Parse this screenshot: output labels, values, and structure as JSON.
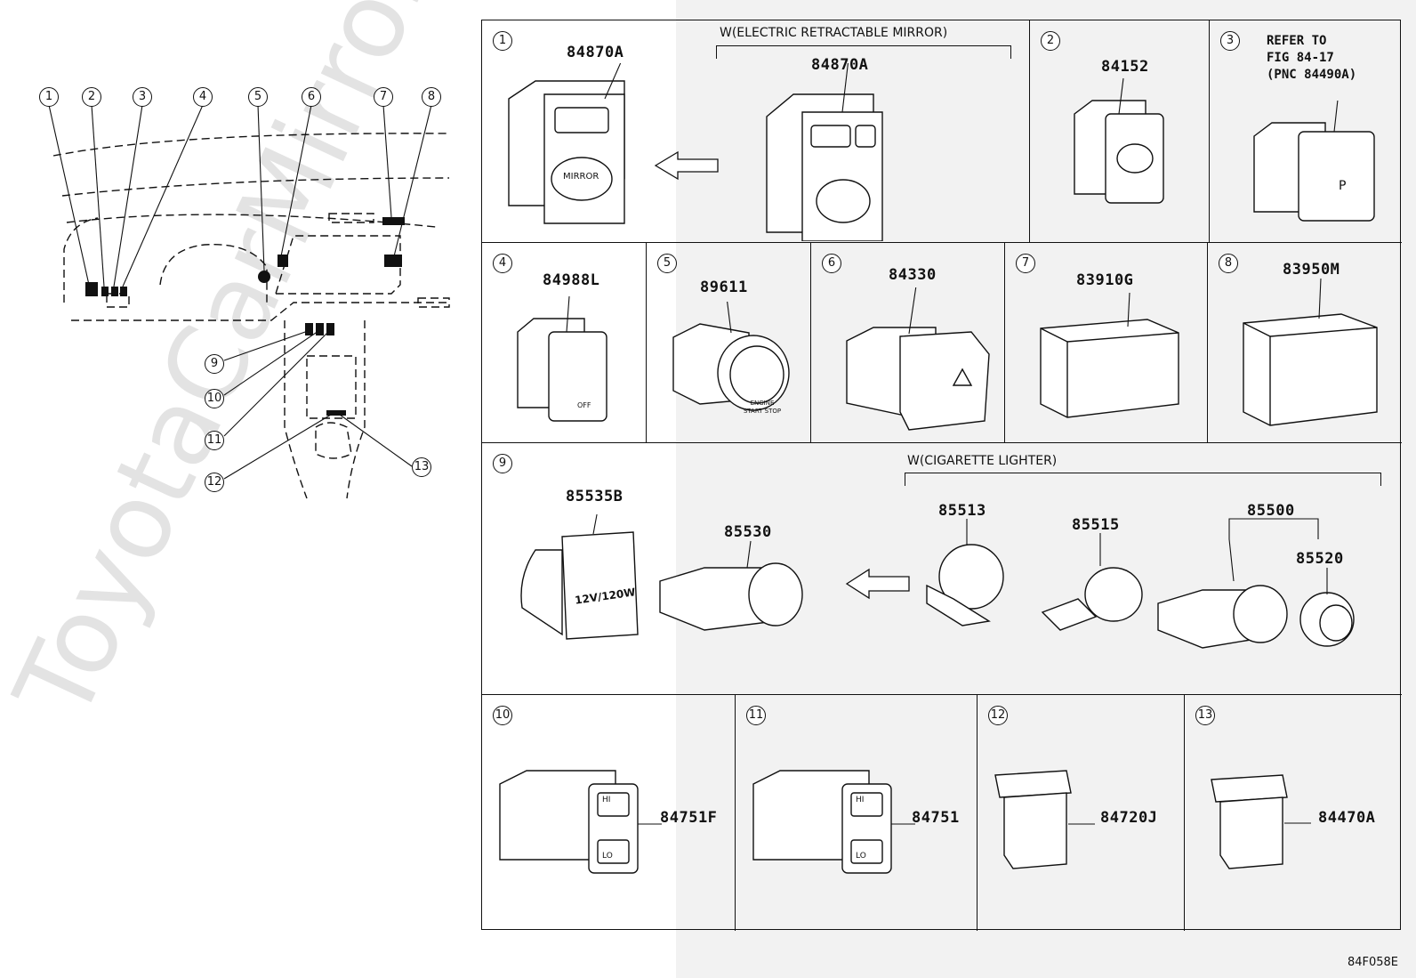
{
  "diagram_code": "84F058E",
  "watermark": "ToyotaCarMirror",
  "callouts_left": [
    "1",
    "2",
    "3",
    "4",
    "5",
    "6",
    "7",
    "8",
    "9",
    "10",
    "11",
    "12",
    "13"
  ],
  "panels": [
    {
      "num": "1",
      "part": "84870A",
      "variant_label": "W(ELECTRIC RETRACTABLE MIRROR)",
      "variant_part": "84870A",
      "icon_text": "MIRROR"
    },
    {
      "num": "2",
      "part": "84152"
    },
    {
      "num": "3",
      "refer": "REFER TO\nFIG 84-17\n(PNC 84490A)"
    },
    {
      "num": "4",
      "part": "84988L",
      "icon_text": "OFF"
    },
    {
      "num": "5",
      "part": "89611",
      "icon_text": "ENGINE START STOP"
    },
    {
      "num": "6",
      "part": "84330"
    },
    {
      "num": "7",
      "part": "83910G"
    },
    {
      "num": "8",
      "part": "83950M"
    },
    {
      "num": "9",
      "part": "85535B",
      "part2": "85530",
      "variant_label": "W(CIGARETTE LIGHTER)",
      "variant_parts": [
        "85513",
        "85515",
        "85500",
        "85520"
      ],
      "icon_text": "12V/120W"
    },
    {
      "num": "10",
      "part": "84751F",
      "icon_text_hi": "HI",
      "icon_text_lo": "LO"
    },
    {
      "num": "11",
      "part": "84751",
      "icon_text_hi": "HI",
      "icon_text_lo": "LO"
    },
    {
      "num": "12",
      "part": "84720J"
    },
    {
      "num": "13",
      "part": "84470A"
    }
  ]
}
